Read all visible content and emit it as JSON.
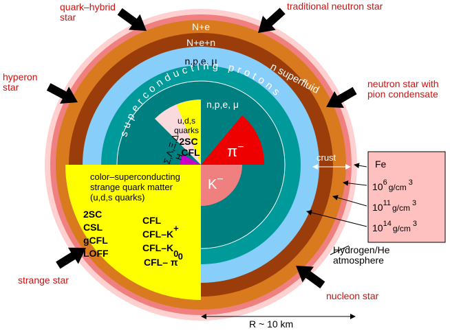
{
  "labels": {
    "quark_hybrid_star_1": "quark–hybrid",
    "quark_hybrid_star_2": "star",
    "traditional_neutron_star": "traditional neutron star",
    "hyperon_star_1": "hyperon",
    "hyperon_star_2": "star",
    "neutron_star_pion_1": "neutron star with",
    "neutron_star_pion_2": "pion condensate",
    "strange_star": "strange star",
    "nucleon_star": "nucleon star"
  },
  "layers": {
    "n_e": "N+e",
    "n_e_n": "N+e+n",
    "npe_mu_outer": "n,p,e, μ",
    "n_superfluid": "n superfluid",
    "superconducting_protons": "superconducting protons",
    "npe_mu_inner": "n,p,e, μ",
    "crust": "crust"
  },
  "core": {
    "uds_1": "u,d,s",
    "uds_2": "quarks",
    "tsc": "2SC",
    "cfl": "CFL",
    "hyperons": "Σ,Λ,Ξ,Δ",
    "h": "H",
    "pi_minus": "π",
    "k_minus": "K"
  },
  "strange_matter": {
    "line1": "color–superconducting",
    "line2": "strange quark matter",
    "line3": "(u,d,s quarks)",
    "left": [
      "2SC",
      "CSL",
      "gCFL",
      "LOFF"
    ],
    "right_cfl": "CFL",
    "right_cflk_plus": "CFL–K",
    "right_cflk0": "CFL–K",
    "right_cflpi0": "CFL– π"
  },
  "legend_box": {
    "fe": "Fe",
    "d1_base": "10",
    "d1_exp": "6",
    "d2_base": "10",
    "d2_exp": "11",
    "d3_base": "10",
    "d3_exp": "14",
    "unit": "g/cm",
    "unit_exp": "3"
  },
  "atmosphere_1": "Hydrogen/He",
  "atmosphere_2": "atmosphere",
  "radius": "R ~ 10 km",
  "colors": {
    "outer_glow": "#ffd0d0",
    "pink_ring": "#f08080",
    "orange_ring": "#d97a1f",
    "brown_ring": "#9b3d0a",
    "lightblue": "#87cefa",
    "teal": "#009a9a",
    "darkteal": "#007f80",
    "yellow": "#ffff00",
    "red": "#ee0000",
    "salmon": "#f08080",
    "magenta": "#cc00cc",
    "pale_pink": "#fadadd",
    "legend_box": "#ffc0c0"
  }
}
